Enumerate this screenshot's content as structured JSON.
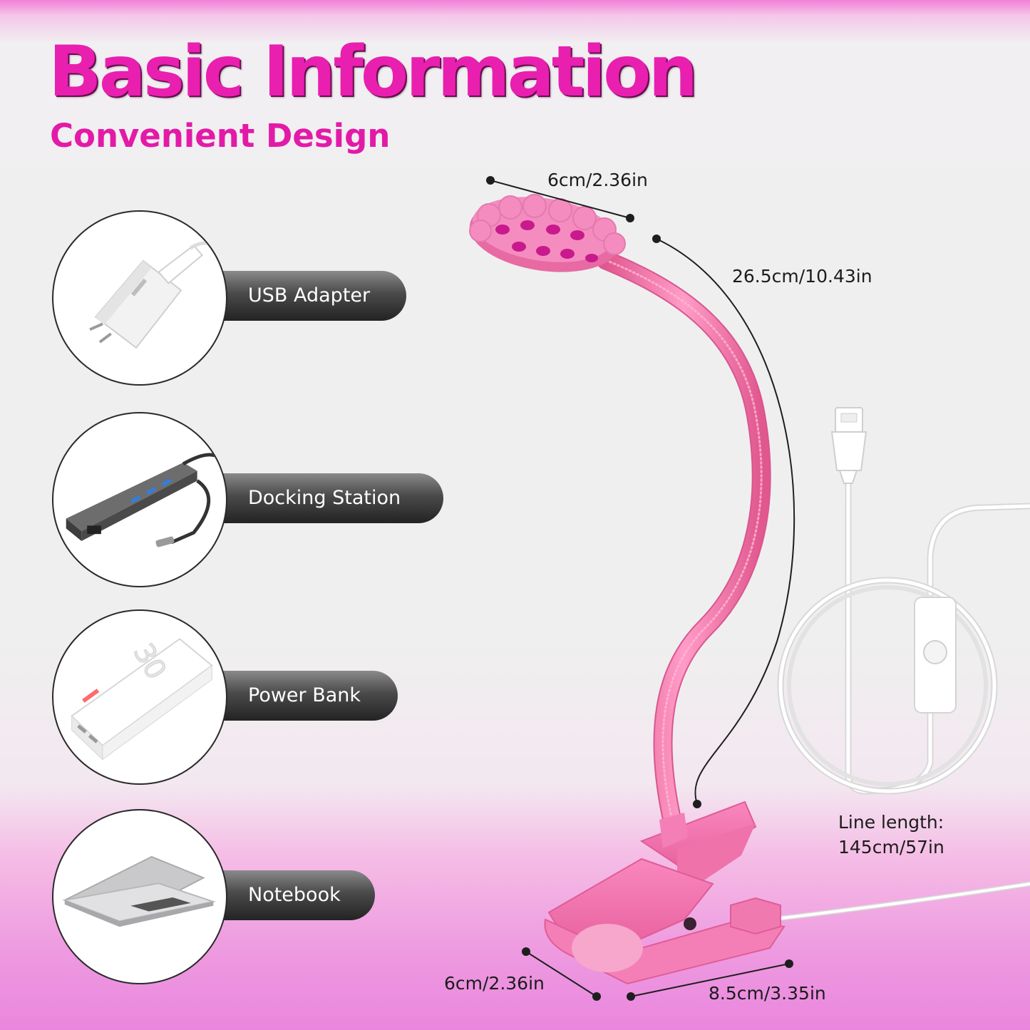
{
  "header": {
    "title": "Basic Information",
    "subtitle": "Convenient Design"
  },
  "devices": [
    {
      "label": "USB Adapter",
      "icon": "usb-adapter-icon"
    },
    {
      "label": "Docking Station",
      "icon": "docking-station-icon"
    },
    {
      "label": "Power Bank",
      "icon": "power-bank-icon"
    },
    {
      "label": "Notebook",
      "icon": "notebook-icon"
    }
  ],
  "dimensions": {
    "head_diameter": "6cm/2.36in",
    "gooseneck_length": "26.5cm/10.43in",
    "line_length_label": "Line length:",
    "line_length_value": "145cm/57in",
    "clip_width": "6cm/2.36in",
    "clip_length": "8.5cm/3.35in"
  },
  "product": {
    "type": "clip-on grow light",
    "color": "#f27db5"
  },
  "colors": {
    "accent": "#e91fb0",
    "pill": "#3a3a3a"
  }
}
